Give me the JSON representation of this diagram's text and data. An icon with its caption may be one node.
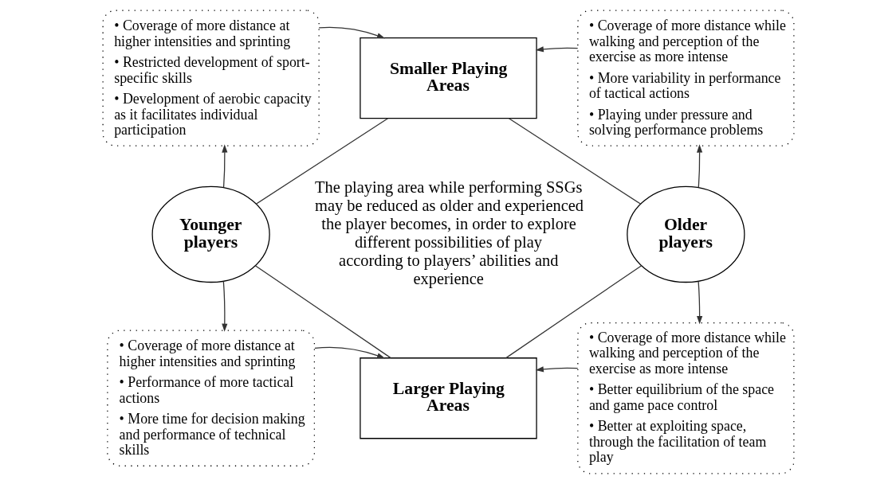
{
  "diagram": {
    "nodes": [
      {
        "text": [
          "• Coverage of more distance at higher intensities and sprinting",
          "• Restricted development of sport-specific skills",
          "• Development of aerobic capacity as it facilitates individual participation"
        ]
      },
      {
        "text": [
          "Smaller Playing Areas"
        ]
      },
      {
        "text": [
          "• Coverage of more distance while walking and perception of the exercise as more intense",
          "• More variability in performance of tactical actions",
          "• Playing under pressure and solving performance problems"
        ]
      },
      {
        "text": [
          "Younger players"
        ]
      },
      {
        "text": [
          "Older players"
        ]
      },
      {
        "text": [
          "• Coverage of more distance at higher intensities and sprinting",
          "• Performance of more tactical actions",
          "• More time for decision making and performance of technical skills"
        ]
      },
      {
        "text": [
          "Larger Playing Areas"
        ]
      },
      {
        "text": [
          "• Coverage of more distance while walking and perception of the exercise as more intense",
          "• Better equilibrium of the space and game pace control",
          "• Better at exploiting space, through the facilitation of team play"
        ]
      }
    ],
    "edges": [
      {
        "from": 3,
        "to": 0,
        "arrow": "to"
      },
      {
        "from": 0,
        "to": 1,
        "arrow": "to"
      },
      {
        "from": 4,
        "to": 2,
        "arrow": "to"
      },
      {
        "from": 2,
        "to": 1,
        "arrow": "to"
      },
      {
        "from": 3,
        "to": 1,
        "arrow": "none"
      },
      {
        "from": 4,
        "to": 1,
        "arrow": "none"
      },
      {
        "from": 3,
        "to": 6,
        "arrow": "none"
      },
      {
        "from": 4,
        "to": 6,
        "arrow": "none"
      },
      {
        "from": 3,
        "to": 5,
        "arrow": "to"
      },
      {
        "from": 5,
        "to": 6,
        "arrow": "to"
      },
      {
        "from": 4,
        "to": 7,
        "arrow": "to"
      },
      {
        "from": 7,
        "to": 6,
        "arrow": "to"
      }
    ],
    "labels": [
      "The playing area while performing SSGs may be reduced as older and experienced the player becomes, in order to explore different possibilities of play according to players’ abilities and experience"
    ]
  }
}
